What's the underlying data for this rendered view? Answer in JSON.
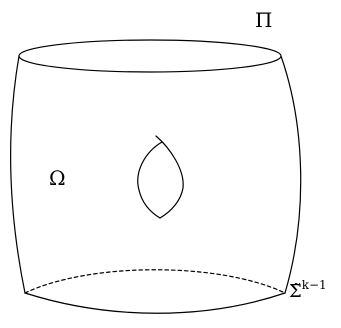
{
  "labels": {
    "plane": "Π",
    "domain": "Ω",
    "boundary_symbol": "Σ̃",
    "boundary_superscript": "k−1"
  }
}
